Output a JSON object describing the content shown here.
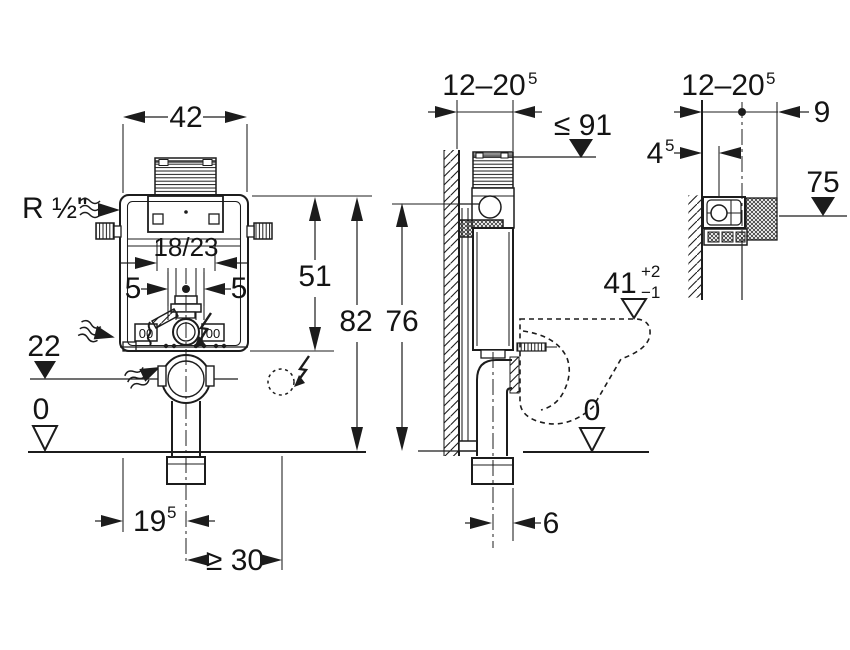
{
  "colors": {
    "ink": "#1c1c1c",
    "bg": "#ffffff"
  },
  "front_view": {
    "width": "42",
    "supply": "R ½\"",
    "inner_width": "18/23",
    "offset_left": "5",
    "offset_right": "5",
    "tank_height": "51",
    "total_height": "82",
    "outlet_level": "22",
    "floor_level": "0",
    "outlet_offset_main": "19",
    "outlet_offset_sup": "5",
    "side_clearance": "≥ 30",
    "valve_zeros": "00"
  },
  "side_view": {
    "depth_main": "12–20",
    "depth_sup": "5",
    "max_top": "≤ 91",
    "frame_height": "76",
    "bowl_height_main": "41",
    "bowl_height_plus": "+2",
    "bowl_height_minus": "−1",
    "floor_level": "0",
    "outlet_distance": "6"
  },
  "top_view": {
    "depth_main": "12–20",
    "depth_sup": "5",
    "front_dim": "9",
    "frame_depth_main": "4",
    "frame_depth_sup": "5",
    "level": "75"
  }
}
